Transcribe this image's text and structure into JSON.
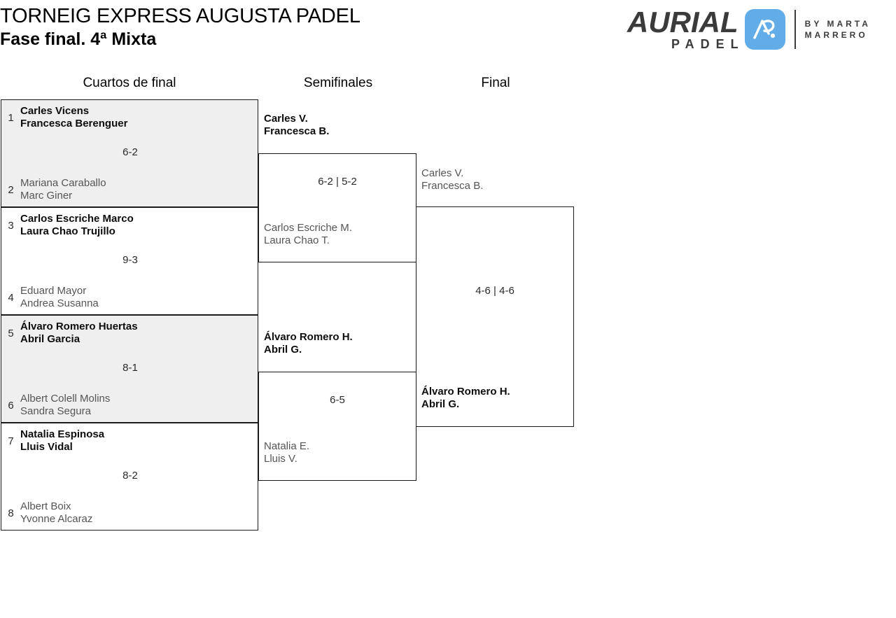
{
  "header": {
    "tournament_title": "TORNEIG EXPRESS AUGUSTA PADEL",
    "phase_title": "Fase final. 4ª Mixta"
  },
  "logo": {
    "wordmark": "AURIAL",
    "subword": "PADEL",
    "badge_mark": "A",
    "byline_line1": "BY MARTA",
    "byline_line2": "MARRERO",
    "badge_color": "#62ade8",
    "ink_color": "#3b3b3b"
  },
  "rounds": [
    {
      "label": "Cuartos de final"
    },
    {
      "label": "Semifinales"
    },
    {
      "label": "Final"
    }
  ],
  "quarterfinals": [
    {
      "top_seed": "1",
      "top_player1": "Carles Vicens",
      "top_player2": "Francesca Berenguer",
      "bottom_seed": "2",
      "bottom_player1": "Mariana Caraballo",
      "bottom_player2": "Marc Giner",
      "score": "6-2"
    },
    {
      "top_seed": "3",
      "top_player1": "Carlos Escriche Marco",
      "top_player2": "Laura Chao Trujillo",
      "bottom_seed": "4",
      "bottom_player1": "Eduard Mayor",
      "bottom_player2": "Andrea Susanna",
      "score": "9-3"
    },
    {
      "top_seed": "5",
      "top_player1": "Álvaro Romero Huertas",
      "top_player2": "Abril Garcia",
      "bottom_seed": "6",
      "bottom_player1": "Albert Colell Molins",
      "bottom_player2": "Sandra Segura",
      "score": "8-1"
    },
    {
      "top_seed": "7",
      "top_player1": "Natalia Espinosa",
      "top_player2": "Lluis Vidal",
      "bottom_seed": "8",
      "bottom_player1": "Albert Boix",
      "bottom_player2": "Yvonne Alcaraz",
      "score": "8-2"
    }
  ],
  "semifinals": [
    {
      "top_player1": "Carles V.",
      "top_player2": "Francesca B.",
      "bottom_player1": "Carlos Escriche M.",
      "bottom_player2": "Laura Chao T.",
      "score": "6-2 | 5-2"
    },
    {
      "top_player1": "Álvaro Romero H.",
      "top_player2": "Abril G.",
      "bottom_player1": "Natalia E.",
      "bottom_player2": "Lluis V.",
      "score": "6-5"
    }
  ],
  "final": {
    "top_player1": "Carles V.",
    "top_player2": "Francesca B.",
    "bottom_player1": "Álvaro Romero H.",
    "bottom_player2": "Abril G.",
    "score": "4-6 | 4-6"
  }
}
